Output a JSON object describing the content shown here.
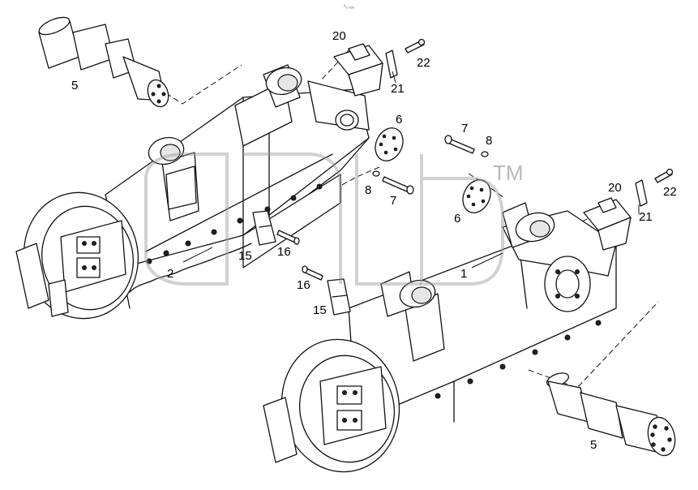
{
  "diagram": {
    "top_mark": "⁶ₒ ₒₒₒ",
    "watermark_tm": "TM",
    "callouts": {
      "c1": "1",
      "c2": "2",
      "c5a": "5",
      "c5b": "5",
      "c6a": "6",
      "c6b": "6",
      "c7a": "7",
      "c7b": "7",
      "c8a": "8",
      "c8b": "8",
      "c15a": "15",
      "c15b": "15",
      "c16a": "16",
      "c16b": "16",
      "c20a": "20",
      "c20b": "20",
      "c21a": "21",
      "c21b": "21",
      "c22a": "22",
      "c22b": "22"
    }
  }
}
